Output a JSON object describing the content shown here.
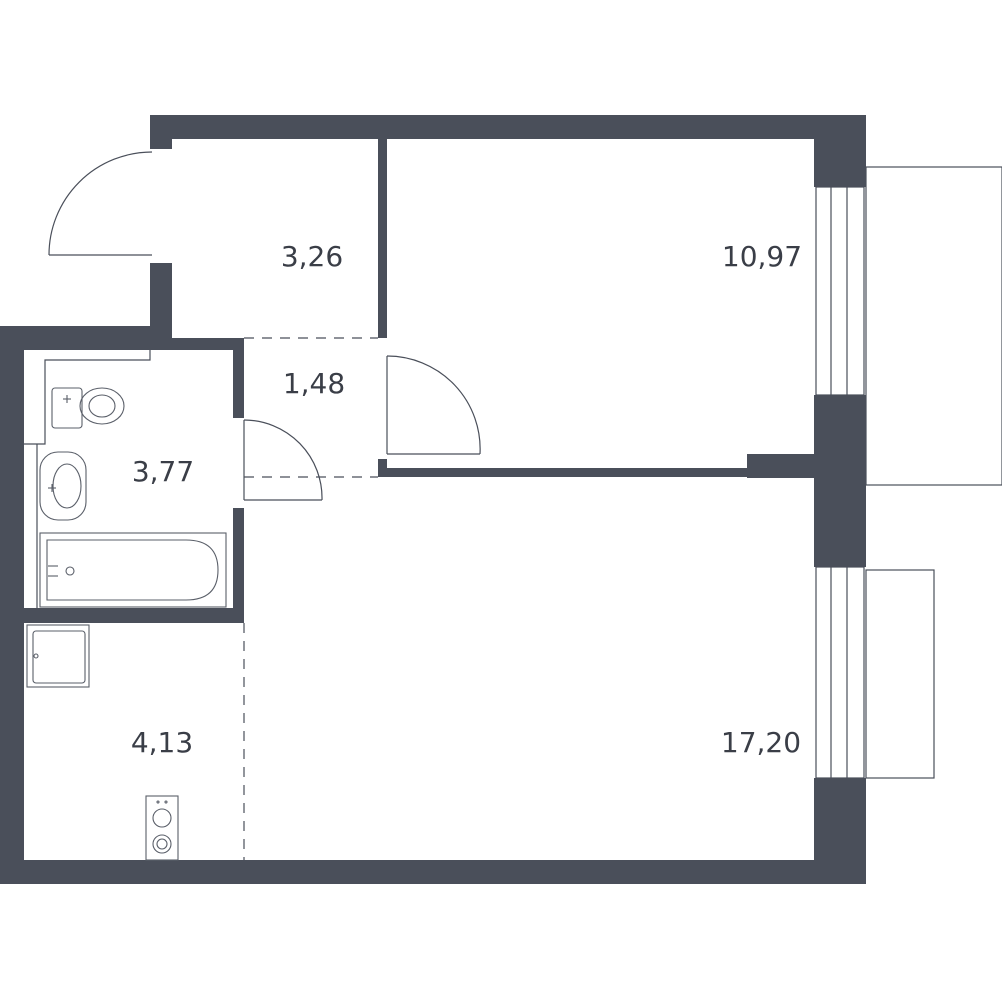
{
  "rooms": {
    "hall": {
      "area": "3,26"
    },
    "bedroom": {
      "area": "10,97"
    },
    "corridor": {
      "area": "1,48"
    },
    "bathroom": {
      "area": "3,77"
    },
    "kitchen": {
      "area": "4,13"
    },
    "living": {
      "area": "17,20"
    }
  },
  "colors": {
    "wall": "#4a4f5a",
    "background": "#ffffff"
  }
}
